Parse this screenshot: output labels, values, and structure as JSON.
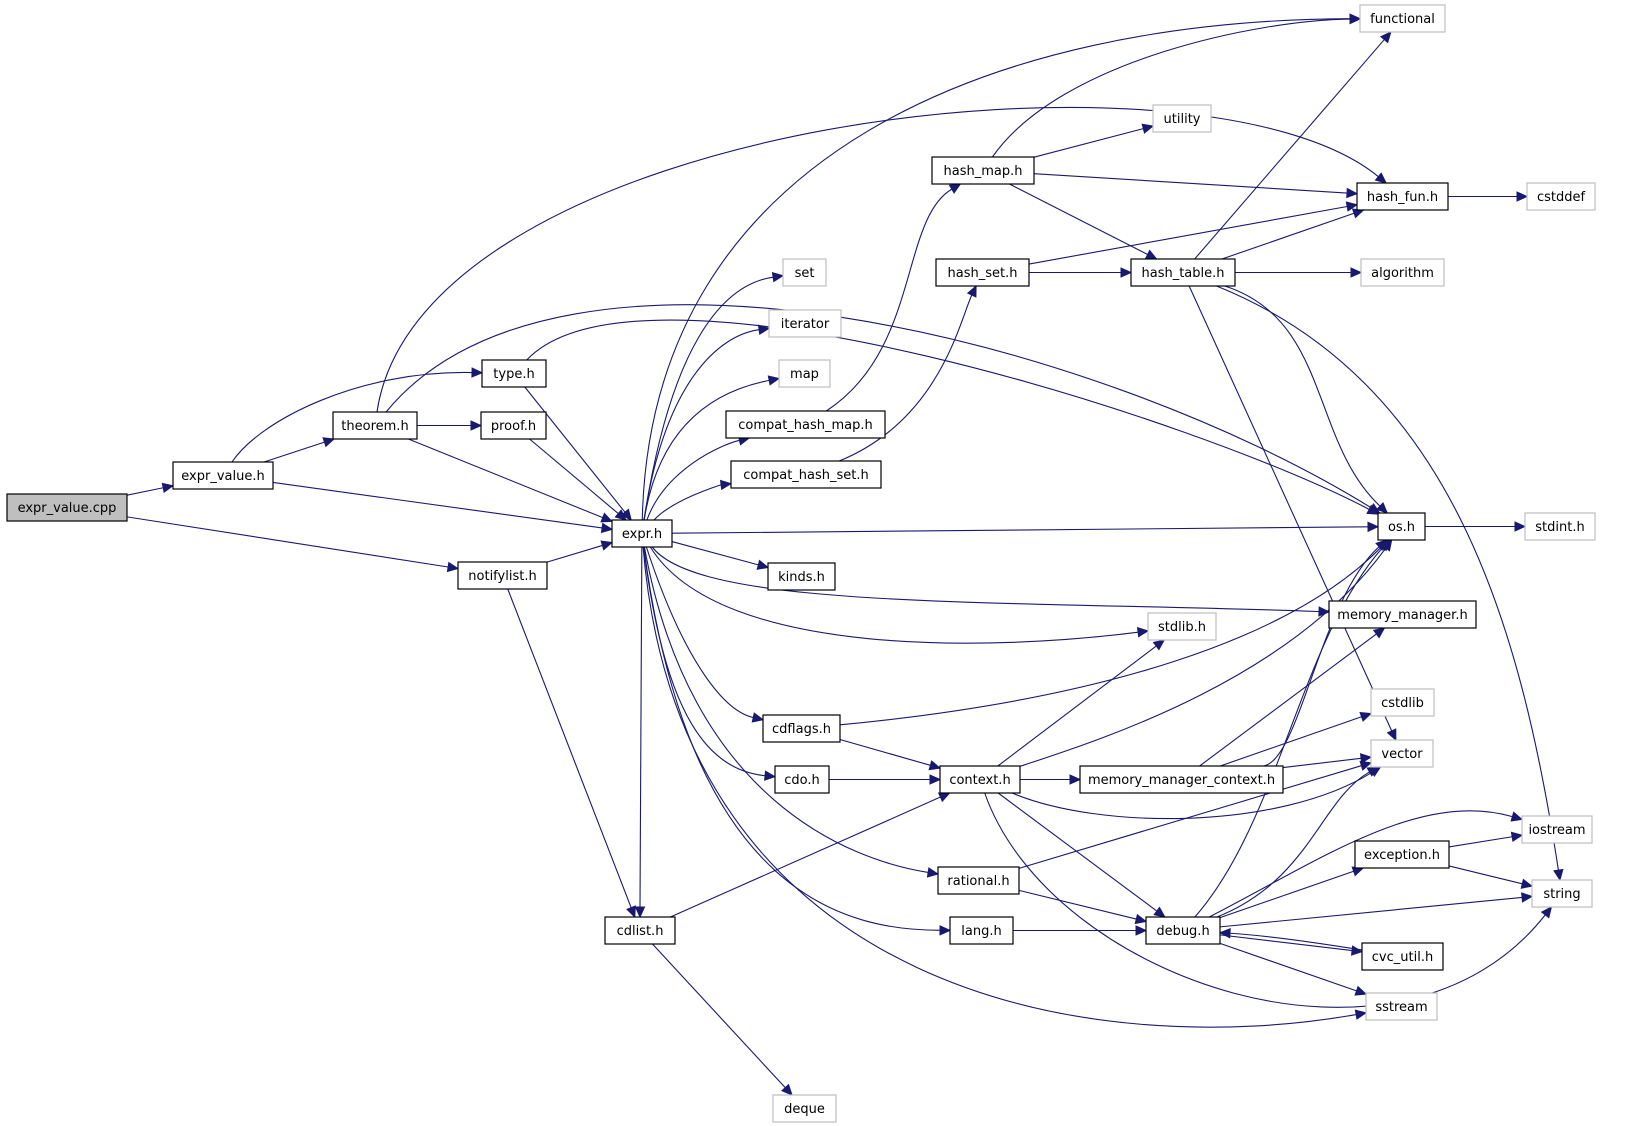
{
  "diagram": {
    "title": "Include dependency graph for expr_value.cpp",
    "edge_color": "#191970",
    "root_fill": "#bfbfbf",
    "documented_border": "#000000",
    "external_border": "#bfbfbf",
    "nodes": [
      {
        "id": "expr_value_cpp",
        "label": "expr_value.cpp",
        "kind": "root"
      },
      {
        "id": "expr_value_h",
        "label": "expr_value.h",
        "kind": "documented"
      },
      {
        "id": "notifylist_h",
        "label": "notifylist.h",
        "kind": "documented"
      },
      {
        "id": "theorem_h",
        "label": "theorem.h",
        "kind": "documented"
      },
      {
        "id": "type_h",
        "label": "type.h",
        "kind": "documented"
      },
      {
        "id": "proof_h",
        "label": "proof.h",
        "kind": "documented"
      },
      {
        "id": "expr_h",
        "label": "expr.h",
        "kind": "documented"
      },
      {
        "id": "cdlist_h",
        "label": "cdlist.h",
        "kind": "documented"
      },
      {
        "id": "deque",
        "label": "deque",
        "kind": "external"
      },
      {
        "id": "set",
        "label": "set",
        "kind": "external"
      },
      {
        "id": "iterator",
        "label": "iterator",
        "kind": "external"
      },
      {
        "id": "map",
        "label": "map",
        "kind": "external"
      },
      {
        "id": "compat_hash_map_h",
        "label": "compat_hash_map.h",
        "kind": "documented"
      },
      {
        "id": "compat_hash_set_h",
        "label": "compat_hash_set.h",
        "kind": "documented"
      },
      {
        "id": "kinds_h",
        "label": "kinds.h",
        "kind": "documented"
      },
      {
        "id": "cdflags_h",
        "label": "cdflags.h",
        "kind": "documented"
      },
      {
        "id": "cdo_h",
        "label": "cdo.h",
        "kind": "documented"
      },
      {
        "id": "rational_h",
        "label": "rational.h",
        "kind": "documented"
      },
      {
        "id": "lang_h",
        "label": "lang.h",
        "kind": "documented"
      },
      {
        "id": "hash_map_h",
        "label": "hash_map.h",
        "kind": "documented"
      },
      {
        "id": "hash_set_h",
        "label": "hash_set.h",
        "kind": "documented"
      },
      {
        "id": "context_h",
        "label": "context.h",
        "kind": "documented"
      },
      {
        "id": "stdlib_h",
        "label": "stdlib.h",
        "kind": "external"
      },
      {
        "id": "utility",
        "label": "utility",
        "kind": "external"
      },
      {
        "id": "hash_table_h",
        "label": "hash_table.h",
        "kind": "documented"
      },
      {
        "id": "memory_manager_context_h",
        "label": "memory_manager_context.h",
        "kind": "documented"
      },
      {
        "id": "debug_h",
        "label": "debug.h",
        "kind": "documented"
      },
      {
        "id": "functional",
        "label": "functional",
        "kind": "external"
      },
      {
        "id": "hash_fun_h",
        "label": "hash_fun.h",
        "kind": "documented"
      },
      {
        "id": "algorithm",
        "label": "algorithm",
        "kind": "external"
      },
      {
        "id": "os_h",
        "label": "os.h",
        "kind": "documented"
      },
      {
        "id": "memory_manager_h",
        "label": "memory_manager.h",
        "kind": "documented"
      },
      {
        "id": "cstdlib",
        "label": "cstdlib",
        "kind": "external"
      },
      {
        "id": "vector",
        "label": "vector",
        "kind": "external"
      },
      {
        "id": "exception_h",
        "label": "exception.h",
        "kind": "documented"
      },
      {
        "id": "cvc_util_h",
        "label": "cvc_util.h",
        "kind": "documented"
      },
      {
        "id": "sstream",
        "label": "sstream",
        "kind": "external"
      },
      {
        "id": "cstddef",
        "label": "cstddef",
        "kind": "external"
      },
      {
        "id": "stdint_h",
        "label": "stdint.h",
        "kind": "external"
      },
      {
        "id": "iostream",
        "label": "iostream",
        "kind": "external"
      },
      {
        "id": "string",
        "label": "string",
        "kind": "external"
      }
    ],
    "edges": [
      [
        "expr_value_cpp",
        "expr_value_h"
      ],
      [
        "expr_value_cpp",
        "notifylist_h"
      ],
      [
        "expr_value_h",
        "type_h"
      ],
      [
        "expr_value_h",
        "theorem_h"
      ],
      [
        "expr_value_h",
        "expr_h"
      ],
      [
        "theorem_h",
        "proof_h"
      ],
      [
        "theorem_h",
        "expr_h"
      ],
      [
        "theorem_h",
        "hash_fun_h"
      ],
      [
        "theorem_h",
        "os_h"
      ],
      [
        "type_h",
        "expr_h"
      ],
      [
        "type_h",
        "os_h"
      ],
      [
        "proof_h",
        "expr_h"
      ],
      [
        "notifylist_h",
        "expr_h"
      ],
      [
        "notifylist_h",
        "cdlist_h"
      ],
      [
        "cdlist_h",
        "context_h"
      ],
      [
        "cdlist_h",
        "deque"
      ],
      [
        "expr_h",
        "functional"
      ],
      [
        "expr_h",
        "set"
      ],
      [
        "expr_h",
        "iterator"
      ],
      [
        "expr_h",
        "map"
      ],
      [
        "expr_h",
        "compat_hash_map_h"
      ],
      [
        "expr_h",
        "compat_hash_set_h"
      ],
      [
        "expr_h",
        "os_h"
      ],
      [
        "expr_h",
        "kinds_h"
      ],
      [
        "expr_h",
        "memory_manager_h"
      ],
      [
        "expr_h",
        "stdlib_h"
      ],
      [
        "expr_h",
        "cdflags_h"
      ],
      [
        "expr_h",
        "cdo_h"
      ],
      [
        "expr_h",
        "rational_h"
      ],
      [
        "expr_h",
        "lang_h"
      ],
      [
        "expr_h",
        "sstream"
      ],
      [
        "expr_h",
        "cdlist_h"
      ],
      [
        "compat_hash_map_h",
        "hash_map_h"
      ],
      [
        "compat_hash_set_h",
        "hash_set_h"
      ],
      [
        "hash_map_h",
        "functional"
      ],
      [
        "hash_map_h",
        "utility"
      ],
      [
        "hash_map_h",
        "hash_fun_h"
      ],
      [
        "hash_map_h",
        "hash_table_h"
      ],
      [
        "hash_set_h",
        "hash_fun_h"
      ],
      [
        "hash_set_h",
        "hash_table_h"
      ],
      [
        "hash_table_h",
        "functional"
      ],
      [
        "hash_table_h",
        "hash_fun_h"
      ],
      [
        "hash_table_h",
        "algorithm"
      ],
      [
        "hash_table_h",
        "os_h"
      ],
      [
        "hash_table_h",
        "vector"
      ],
      [
        "hash_table_h",
        "string"
      ],
      [
        "hash_fun_h",
        "cstddef"
      ],
      [
        "os_h",
        "stdint_h"
      ],
      [
        "cdflags_h",
        "context_h"
      ],
      [
        "cdflags_h",
        "os_h"
      ],
      [
        "cdo_h",
        "context_h"
      ],
      [
        "context_h",
        "memory_manager_context_h"
      ],
      [
        "context_h",
        "stdlib_h"
      ],
      [
        "context_h",
        "os_h"
      ],
      [
        "context_h",
        "vector"
      ],
      [
        "context_h",
        "debug_h"
      ],
      [
        "context_h",
        "string"
      ],
      [
        "memory_manager_context_h",
        "memory_manager_h"
      ],
      [
        "memory_manager_context_h",
        "cstdlib"
      ],
      [
        "memory_manager_context_h",
        "vector"
      ],
      [
        "memory_manager_context_h",
        "os_h"
      ],
      [
        "rational_h",
        "vector"
      ],
      [
        "rational_h",
        "debug_h"
      ],
      [
        "lang_h",
        "debug_h"
      ],
      [
        "debug_h",
        "os_h"
      ],
      [
        "debug_h",
        "vector"
      ],
      [
        "debug_h",
        "exception_h"
      ],
      [
        "debug_h",
        "iostream"
      ],
      [
        "debug_h",
        "string"
      ],
      [
        "debug_h",
        "cvc_util_h"
      ],
      [
        "debug_h",
        "sstream"
      ],
      [
        "exception_h",
        "iostream"
      ],
      [
        "exception_h",
        "string"
      ],
      [
        "cvc_util_h",
        "debug_h"
      ]
    ]
  }
}
